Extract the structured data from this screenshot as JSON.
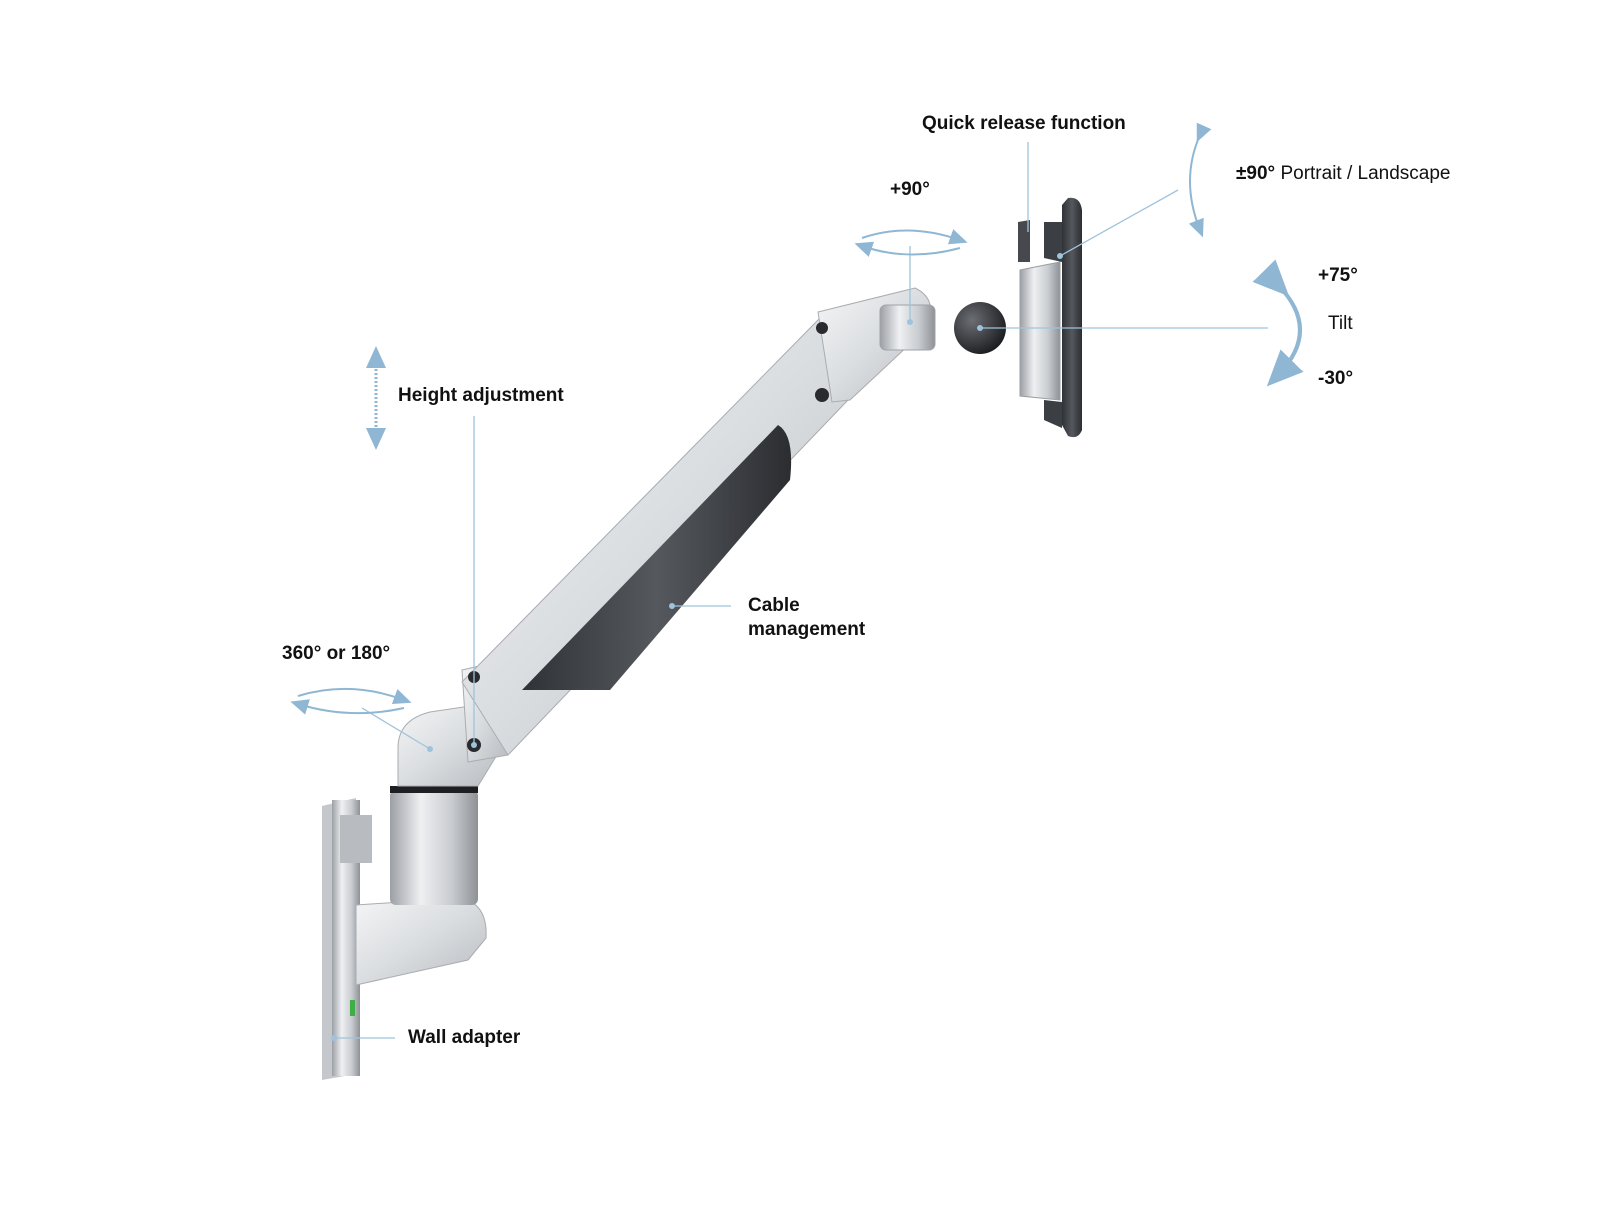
{
  "labels": {
    "quick_release": "Quick release function",
    "rotation_value": "±90°",
    "rotation_text": "Portrait / Landscape",
    "swivel_head": "+90°",
    "tilt_up": "+75°",
    "tilt": "Tilt",
    "tilt_down": "-30°",
    "height_adjustment": "Height adjustment",
    "cable_line1": "Cable",
    "cable_line2": "management",
    "base_rotation": "360° or 180°",
    "wall_adapter": "Wall adapter"
  },
  "colors": {
    "arrow_blue": "#8fb7d3",
    "leader_blue": "#9fc3dc",
    "silver": "#d4d7da",
    "silver_dark": "#9a9ea3",
    "dark_plate": "#3b3e43",
    "cable_cover": "#4a4c50"
  }
}
